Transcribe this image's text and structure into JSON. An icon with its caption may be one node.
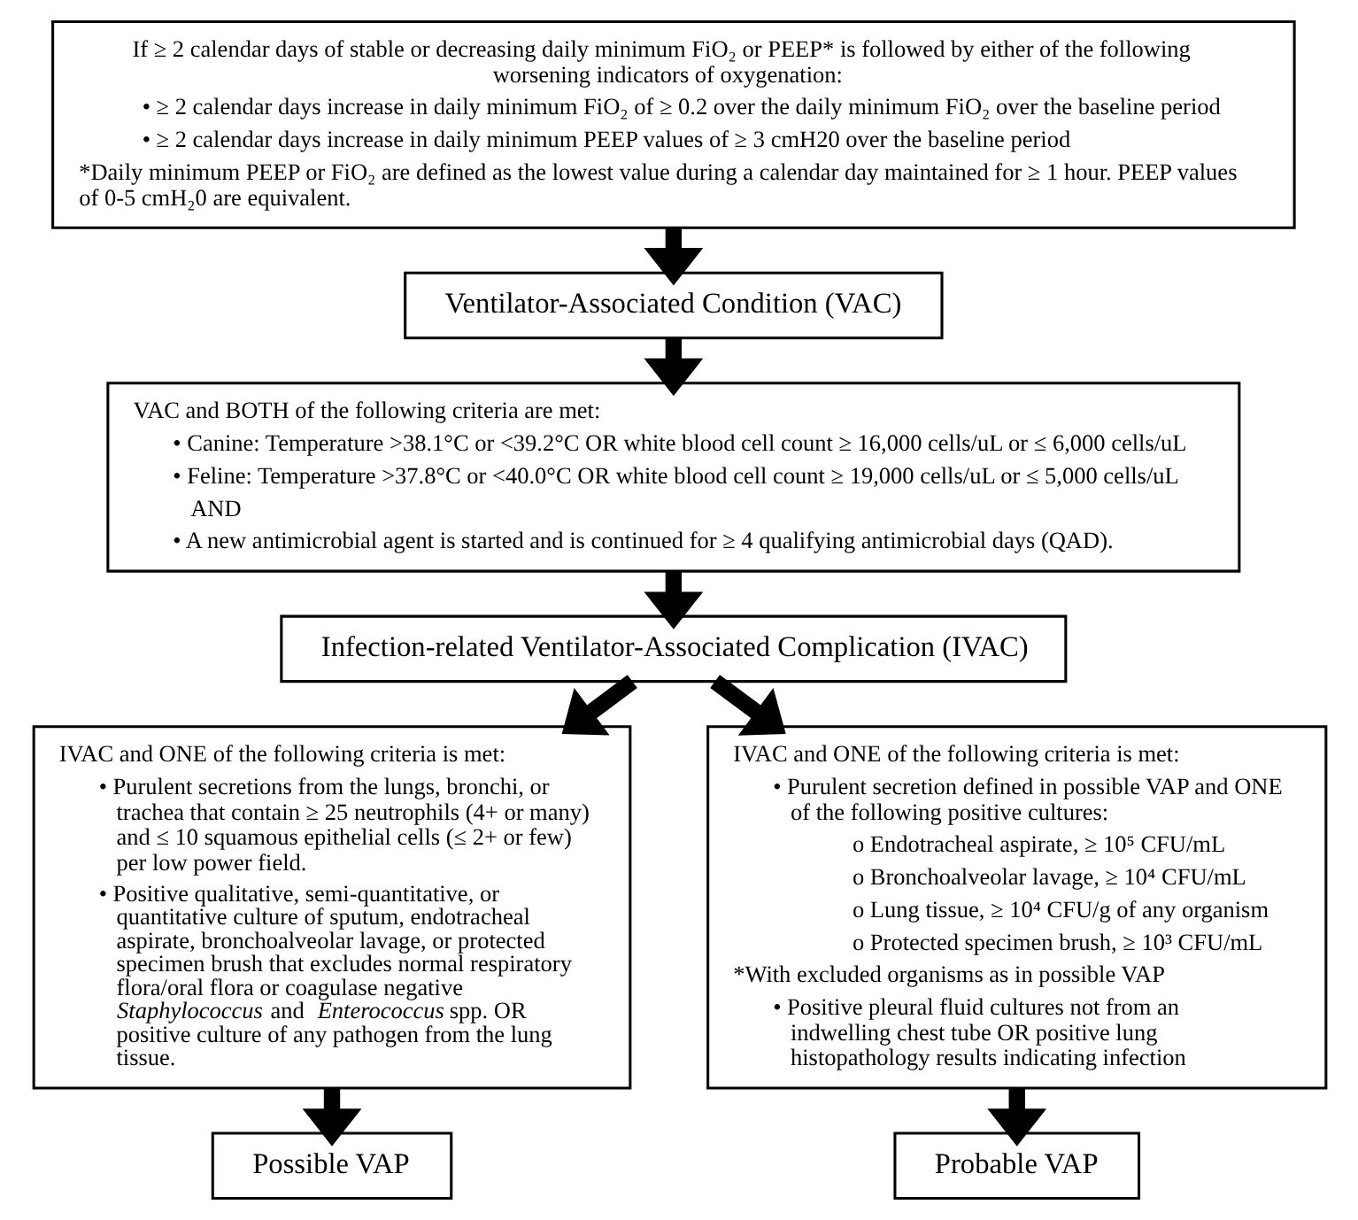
{
  "diagram": {
    "nodes": [
      {
        "text": [
          "If ≥ 2 calendar days of stable or decreasing daily minimum FiO₂ or PEEP* is followed by either of the following worsening indicators of oxygenation:",
          "• ≥ 2 calendar days increase in daily minimum FiO₂ of ≥ 0.2 over the daily minimum FiO₂ over the baseline period",
          "• ≥ 2 calendar days increase in daily minimum PEEP values of ≥ 3 cmH20 over the baseline period",
          "*Daily minimum PEEP or FiO₂ are defined as the lowest value during a calendar day maintained for ≥ 1 hour. PEEP values of 0-5 cmH₂0 are equivalent."
        ]
      },
      {
        "text": [
          "Ventilator-Associated Condition (VAC)"
        ]
      },
      {
        "text": [
          "VAC and BOTH of the following criteria are met:",
          "• Canine: Temperature >38.1°C or <39.2°C OR white blood cell count ≥ 16,000 cells/uL or ≤ 6,000 cells/uL",
          "• Feline: Temperature >37.8°C or <40.0°C OR white blood cell count ≥ 19,000 cells/uL or ≤ 5,000 cells/uL",
          "AND",
          "• A new antimicrobial agent is started and is continued for ≥ 4 qualifying antimicrobial days (QAD)."
        ]
      },
      {
        "text": [
          "Infection-related Ventilator-Associated Complication (IVAC)"
        ]
      },
      {
        "text": [
          "IVAC and ONE of the following criteria is met:",
          "• Purulent secretions from the lungs, bronchi, or trachea that contain ≥ 25 neutrophils (4+ or many) and ≤ 10 squamous epithelial cells (≤ 2+ or few) per low power field.",
          "• Positive qualitative, semi-quantitative, or quantitative culture of sputum, endotracheal aspirate, bronchoalveolar lavage, or protected specimen brush that excludes normal respiratory flora/oral flora or coagulase negative *Staphylococcus* and *Enterococcus* spp. OR positive culture of any pathogen from the lung tissue."
        ]
      },
      {
        "text": [
          "IVAC and ONE of the following criteria is met:",
          "• Purulent secretion defined in possible VAP and ONE of the following positive cultures:",
          "o Endotracheal aspirate, ≥ 10⁵ CFU/mL",
          "o Bronchoalveolar lavage, ≥ 10⁴ CFU/mL",
          "o Lung tissue, ≥ 10⁴ CFU/g of any organism",
          "o Protected specimen brush, ≥ 10³ CFU/mL",
          "*With excluded organisms as in possible VAP",
          "• Positive pleural fluid cultures not from an indwelling chest tube OR positive lung histopathology results indicating infection"
        ]
      },
      {
        "text": [
          "Possible VAP"
        ]
      },
      {
        "text": [
          "Probable VAP"
        ]
      }
    ],
    "edges": [
      {
        "from": 0,
        "to": 1,
        "arrow": "to"
      },
      {
        "from": 1,
        "to": 2,
        "arrow": "to"
      },
      {
        "from": 2,
        "to": 3,
        "arrow": "to"
      },
      {
        "from": 3,
        "to": 4,
        "arrow": "to"
      },
      {
        "from": 3,
        "to": 5,
        "arrow": "to"
      },
      {
        "from": 4,
        "to": 6,
        "arrow": "to"
      },
      {
        "from": 5,
        "to": 7,
        "arrow": "to"
      }
    ]
  }
}
